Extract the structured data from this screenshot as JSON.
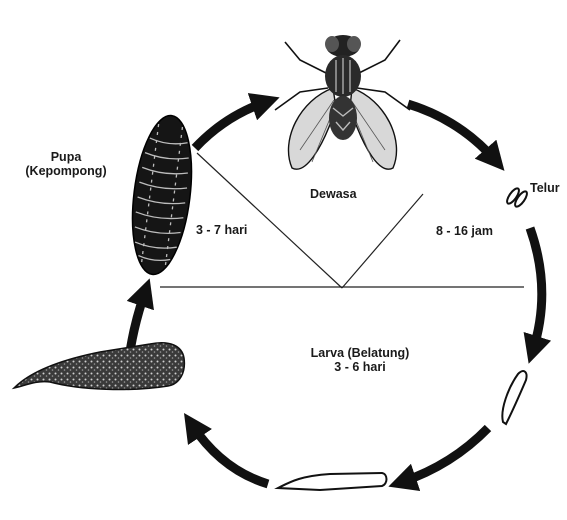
{
  "title": "",
  "stages": {
    "adult": {
      "label": "Dewasa"
    },
    "egg": {
      "label": "Telur"
    },
    "larva": {
      "label": "Larva (Belatung)",
      "duration": "3 - 6 hari"
    },
    "pupa": {
      "label_line1": "Pupa",
      "label_line2": "(Kepompong)"
    }
  },
  "durations": {
    "egg_phase": "8 - 16 jam",
    "pupa_phase": "3 - 7 hari"
  },
  "colors": {
    "ink": "#111111",
    "background": "#ffffff",
    "wing": "#d8d8d8"
  }
}
